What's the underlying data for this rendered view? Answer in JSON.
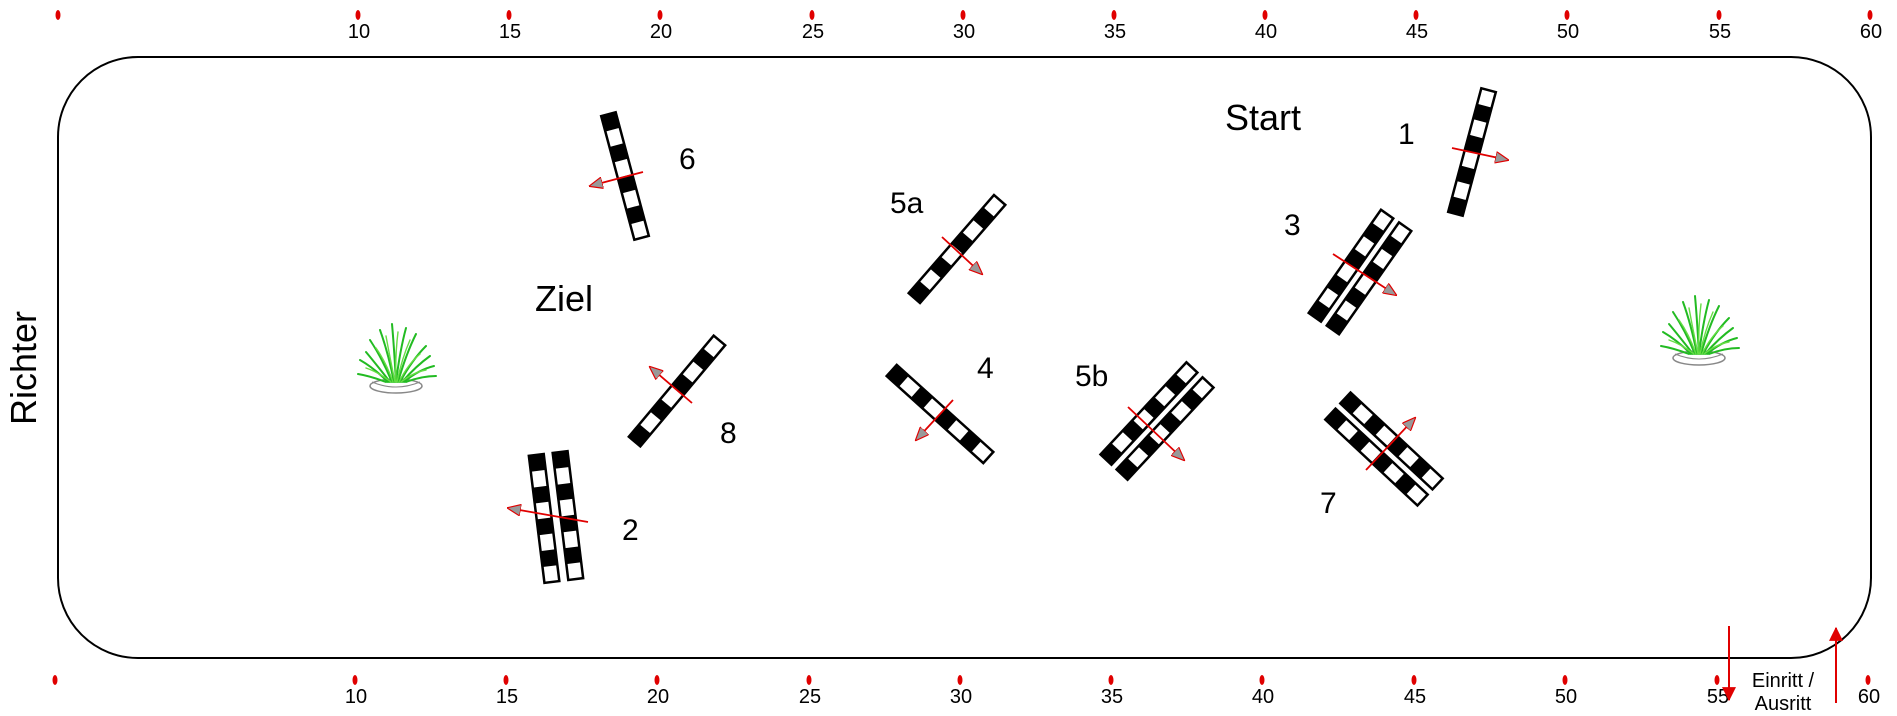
{
  "diagram": {
    "labels": {
      "judge": "Richter",
      "start": "Start",
      "finish": "Ziel",
      "entry_exit_line1": "Einritt /",
      "entry_exit_line2": "Ausritt"
    },
    "top_ruler": [
      "10",
      "15",
      "20",
      "25",
      "30",
      "35",
      "40",
      "45",
      "50",
      "55",
      "60"
    ],
    "bottom_ruler": [
      "10",
      "15",
      "20",
      "25",
      "30",
      "35",
      "40",
      "45",
      "50",
      "55",
      "60"
    ],
    "obstacles": [
      {
        "id": "obstacle-1",
        "number": "1",
        "type": "single"
      },
      {
        "id": "obstacle-2",
        "number": "2",
        "type": "double"
      },
      {
        "id": "obstacle-3",
        "number": "3",
        "type": "double"
      },
      {
        "id": "obstacle-4",
        "number": "4",
        "type": "single"
      },
      {
        "id": "obstacle-5a",
        "number": "5a",
        "type": "single"
      },
      {
        "id": "obstacle-5b",
        "number": "5b",
        "type": "double"
      },
      {
        "id": "obstacle-6",
        "number": "6",
        "type": "single"
      },
      {
        "id": "obstacle-7",
        "number": "7",
        "type": "double"
      },
      {
        "id": "obstacle-8",
        "number": "8",
        "type": "single"
      }
    ],
    "colors": {
      "arena_border": "#000000",
      "marker": "#e00000",
      "arrow": "#e00000",
      "arrow_head_fill": "#999999",
      "pole_dark": "#000000",
      "pole_light": "#ffffff",
      "plant": "#33cc22"
    },
    "icons": [
      "plant-decoration-icon",
      "direction-arrow-icon",
      "entry-arrow-icon",
      "exit-arrow-icon"
    ]
  }
}
